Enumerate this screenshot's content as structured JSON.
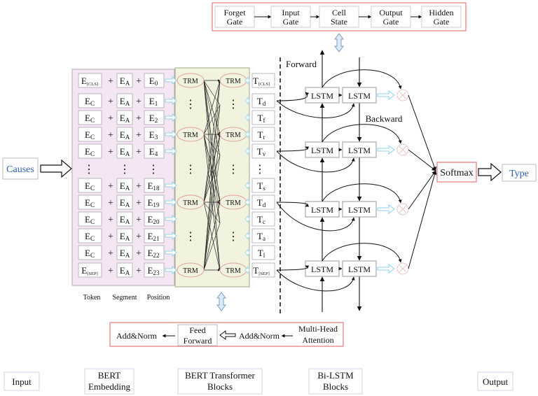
{
  "gates": [
    "Forget Gate",
    "Input Gate",
    "Cell State",
    "Output Gate",
    "Hidden Gate"
  ],
  "input_label": "Causes",
  "embedding_rows": [
    {
      "token": "E",
      "token_sub": "[CLS]",
      "seg": "E",
      "seg_sub": "A",
      "pos": "E",
      "pos_sub": "0"
    },
    {
      "token": "E",
      "token_sub": "C",
      "seg": "E",
      "seg_sub": "A",
      "pos": "E",
      "pos_sub": "1"
    },
    {
      "token": "E",
      "token_sub": "C",
      "seg": "E",
      "seg_sub": "A",
      "pos": "E",
      "pos_sub": "2"
    },
    {
      "token": "E",
      "token_sub": "C",
      "seg": "E",
      "seg_sub": "A",
      "pos": "E",
      "pos_sub": "3"
    },
    {
      "token": "E",
      "token_sub": "C",
      "seg": "E",
      "seg_sub": "A",
      "pos": "E",
      "pos_sub": "4"
    },
    {
      "token": "⋮",
      "token_sub": "",
      "seg": "⋮",
      "seg_sub": "",
      "pos": "⋮",
      "pos_sub": ""
    },
    {
      "token": "E",
      "token_sub": "C",
      "seg": "E",
      "seg_sub": "A",
      "pos": "E",
      "pos_sub": "18"
    },
    {
      "token": "E",
      "token_sub": "C",
      "seg": "E",
      "seg_sub": "A",
      "pos": "E",
      "pos_sub": "19"
    },
    {
      "token": "E",
      "token_sub": "C",
      "seg": "E",
      "seg_sub": "A",
      "pos": "E",
      "pos_sub": "20"
    },
    {
      "token": "E",
      "token_sub": "C",
      "seg": "E",
      "seg_sub": "A",
      "pos": "E",
      "pos_sub": "21"
    },
    {
      "token": "E",
      "token_sub": "C",
      "seg": "E",
      "seg_sub": "A",
      "pos": "E",
      "pos_sub": "22"
    },
    {
      "token": "E",
      "token_sub": "[SEP]",
      "seg": "E",
      "seg_sub": "A",
      "pos": "E",
      "pos_sub": "23"
    }
  ],
  "plus": "+",
  "embedding_footer": [
    "Token",
    "Segment",
    "Position"
  ],
  "trm_label": "TRM",
  "vdots": "⋮",
  "outputs": [
    {
      "main": "T",
      "sub": "[CLS]"
    },
    {
      "main": "T",
      "sub": "d"
    },
    {
      "main": "T",
      "sub": "f"
    },
    {
      "main": "T",
      "sub": "r"
    },
    {
      "main": "T",
      "sub": "v"
    },
    {
      "main": "⋮",
      "sub": ""
    },
    {
      "main": "T",
      "sub": "s"
    },
    {
      "main": "T",
      "sub": "d"
    },
    {
      "main": "T",
      "sub": "c"
    },
    {
      "main": "T",
      "sub": "a"
    },
    {
      "main": "T",
      "sub": "l"
    },
    {
      "main": "T",
      "sub": "[SEP]"
    }
  ],
  "lstm_label": "LSTM",
  "forward_label": "Forward",
  "backward_label": "Backward",
  "softmax_label": "Softmax",
  "type_label": "Type",
  "transformer_block": {
    "add_norm_left": "Add&Norm",
    "feed_forward": [
      "Feed",
      "Forward"
    ],
    "add_norm_right": "Add&Norm",
    "multi_head": [
      "Multi-Head",
      "Attention"
    ]
  },
  "stages": [
    {
      "lines": [
        "Input"
      ]
    },
    {
      "lines": [
        "BERT",
        "Embedding"
      ]
    },
    {
      "lines": [
        "BERT Transformer",
        "Blocks"
      ]
    },
    {
      "lines": [
        "Bi-LSTM",
        "Blocks"
      ]
    },
    {
      "lines": [
        "Output"
      ]
    }
  ],
  "colors": {
    "embedding_panel": "#f4e6f3",
    "transformer_panel": "#f2f3df",
    "red_border": "#e47a7a",
    "cyan_arrow": "#8fd3ee",
    "blue_text": "#2f5fae"
  }
}
